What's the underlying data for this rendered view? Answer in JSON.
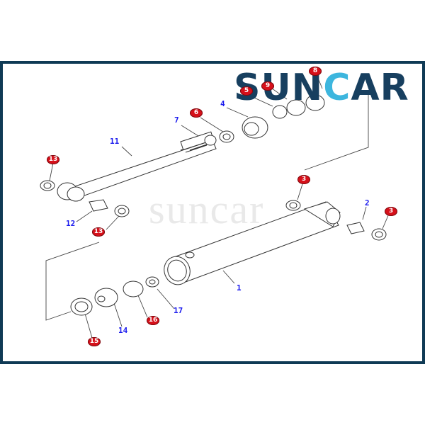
{
  "logo": {
    "prefix": "SUN",
    "c_letter": "C",
    "suffix": "AR",
    "colors": {
      "dark": "#173f5f",
      "accent": "#3db6de"
    }
  },
  "watermark": "suncar",
  "frame": {
    "border_color": "#0f3a55"
  },
  "callouts": {
    "blue": [
      {
        "id": "1",
        "label": "1"
      },
      {
        "id": "2",
        "label": "2"
      },
      {
        "id": "4",
        "label": "4"
      },
      {
        "id": "7",
        "label": "7"
      },
      {
        "id": "11",
        "label": "11"
      },
      {
        "id": "12",
        "label": "12"
      },
      {
        "id": "14",
        "label": "14"
      },
      {
        "id": "17",
        "label": "17"
      }
    ],
    "red": [
      {
        "id": "3a",
        "label": "3"
      },
      {
        "id": "3b",
        "label": "3"
      },
      {
        "id": "5",
        "label": "5"
      },
      {
        "id": "6",
        "label": "6"
      },
      {
        "id": "8",
        "label": "8"
      },
      {
        "id": "9",
        "label": "9"
      },
      {
        "id": "13a",
        "label": "13"
      },
      {
        "id": "13b",
        "label": "13"
      },
      {
        "id": "15",
        "label": "15"
      },
      {
        "id": "16",
        "label": "16"
      }
    ],
    "colors": {
      "blue": "#1a1aee",
      "red": "#d6101a"
    }
  }
}
